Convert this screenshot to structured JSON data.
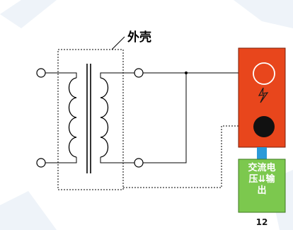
{
  "diagram": {
    "enclosure_label": "外壳",
    "tester_panel_text": "交流电压⇊输出",
    "tester_number": "12",
    "colors": {
      "background": "#ffffff",
      "watermark": "#eef3f9",
      "line": "#000000",
      "tester_body": "#e8461c",
      "tester_terminal_ring": "#ffffff",
      "tester_ground_terminal": "#111111",
      "connector": "#2a9ad8",
      "output_panel": "#7cc84e",
      "output_text": "#ffffff"
    },
    "icons": {
      "high_voltage": "lightning-bolt-icon"
    }
  }
}
